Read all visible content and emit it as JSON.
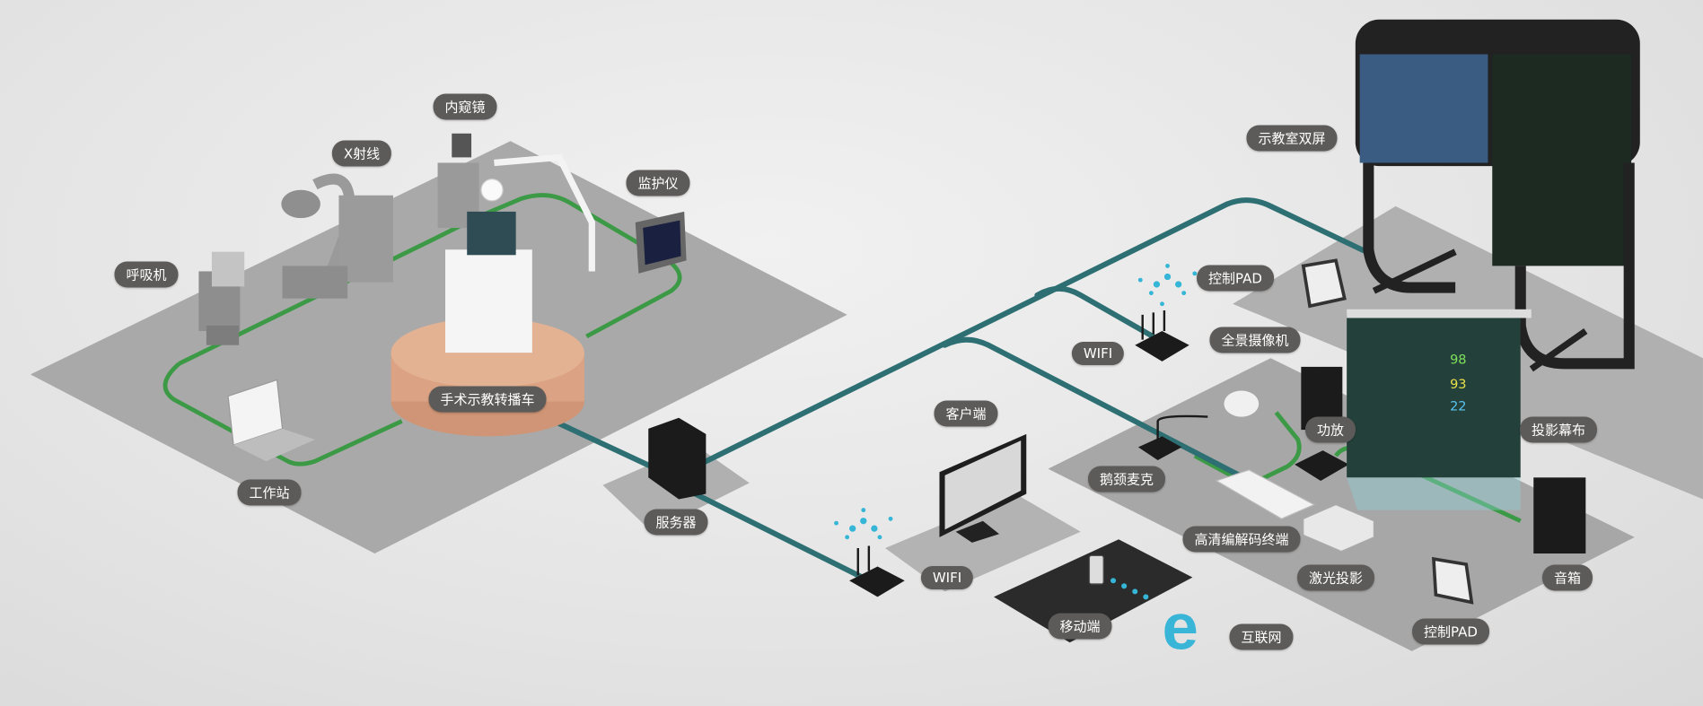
{
  "labels": {
    "endoscope": "内窥镜",
    "xray": "X射线",
    "monitor": "监护仪",
    "ventilator": "呼吸机",
    "cart": "手术示教转播车",
    "workstation": "工作站",
    "server": "服务器",
    "dual_screen": "示教室双屏",
    "control_pad_top": "控制PAD",
    "wifi_top": "WIFI",
    "panorama_camera": "全景摄像机",
    "client": "客户端",
    "amplifier": "功放",
    "projection_screen": "投影幕布",
    "gooseneck_mic": "鹅颈麦克",
    "hd_codec": "高清编解码终端",
    "wifi_bottom": "WIFI",
    "laser_projector": "激光投影",
    "speaker": "音箱",
    "mobile": "移动端",
    "internet": "互联网",
    "control_pad_bottom": "控制PAD"
  },
  "screen_readouts": [
    "98",
    "93",
    "22"
  ],
  "colors": {
    "platform": "#a9a9a9",
    "lan_cable": "#3c9a46",
    "network_cable": "#2d6f72",
    "cart_base": "#dba384",
    "label_bg": "#5d5b59",
    "wifi_dots": "#35b6d6"
  }
}
